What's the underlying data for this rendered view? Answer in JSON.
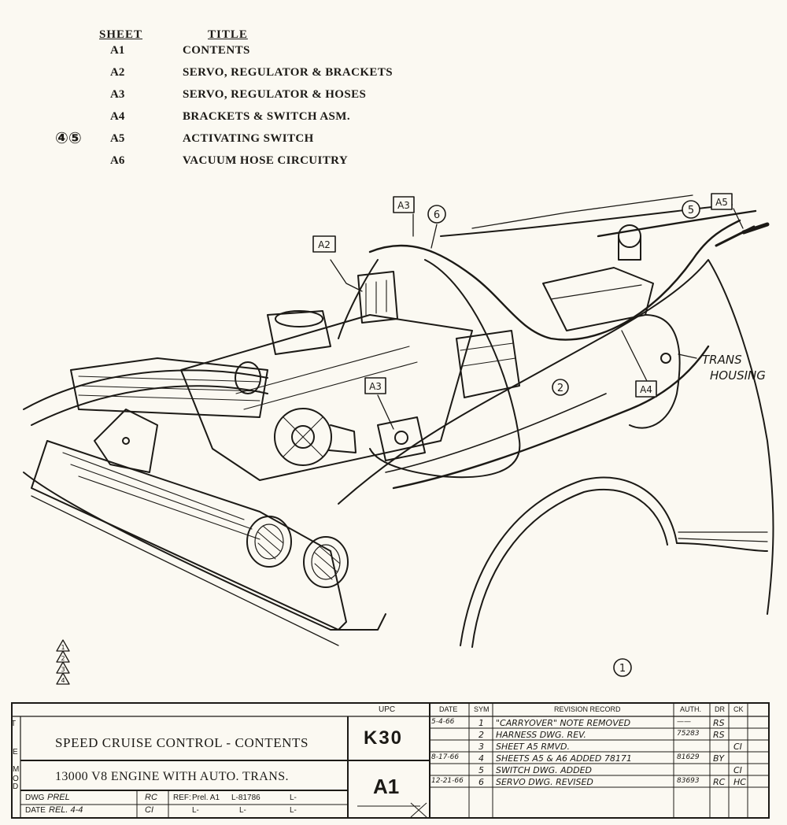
{
  "index": {
    "header_sheet": "SHEET",
    "header_title": "TITLE",
    "rows": [
      {
        "sheet": "A1",
        "title": "CONTENTS",
        "marks": ""
      },
      {
        "sheet": "A2",
        "title": "SERVO, REGULATOR & BRACKETS",
        "marks": ""
      },
      {
        "sheet": "A3",
        "title": "SERVO, REGULATOR & HOSES",
        "marks": ""
      },
      {
        "sheet": "A4",
        "title": "BRACKETS & SWITCH ASM.",
        "marks": ""
      },
      {
        "sheet": "A5",
        "title": "ACTIVATING SWITCH",
        "marks": "④⑤"
      },
      {
        "sheet": "A6",
        "title": "VACUUM HOSE CIRCUITRY",
        "marks": ""
      }
    ]
  },
  "callouts": {
    "a2": "A2",
    "a3_top": "A3",
    "a3_mid": "A3",
    "a4": "A4",
    "a5": "A5",
    "n6": "6",
    "n5": "5",
    "n2": "2",
    "n1": "1",
    "trans1": "TRANS",
    "trans2": "HOUSING"
  },
  "revision_triangles": [
    "1",
    "2",
    "3",
    "4"
  ],
  "title_block": {
    "title": "SPEED CRUISE CONTROL - CONTENTS",
    "subtitle": "13000  V8 ENGINE WITH AUTO. TRANS.",
    "side_letters": [
      "T",
      "E",
      "M",
      "O",
      "D"
    ],
    "upc_label": "UPC",
    "upc_value": "K30",
    "sheet_no": "A1",
    "dwg_label": "DWG",
    "dwg_value": "PREL",
    "date_label": "DATE",
    "date_value": "REL. 4-4",
    "initials_1": "RC",
    "initials_2": "CI",
    "ref_label": "REF:",
    "ref_value": "Prel. A1",
    "ref_l1": "L-81786",
    "ref_l2": "L-",
    "ref_l3": "L-",
    "ref_l4": "L-",
    "ref_l5": "L-"
  },
  "revision_record": {
    "headers": {
      "date": "DATE",
      "sym": "SYM",
      "record": "REVISION RECORD",
      "auth": "AUTH.",
      "dr": "DR",
      "ck": "CK"
    },
    "rows": [
      {
        "date": "5-4-66",
        "sym": "1",
        "text": "\"CARRYOVER\" NOTE REMOVED",
        "auth": "——",
        "dr": "RS",
        "ck": ""
      },
      {
        "date": "",
        "sym": "2",
        "text": "HARNESS DWG. REV.",
        "auth": "75283",
        "dr": "RS",
        "ck": ""
      },
      {
        "date": "",
        "sym": "3",
        "text": "SHEET A5 RMVD.",
        "auth": "",
        "dr": "",
        "ck": "CI"
      },
      {
        "date": "8-17-66",
        "sym": "4",
        "text": "SHEETS A5 & A6 ADDED   78171",
        "auth": "81629",
        "dr": "BY",
        "ck": ""
      },
      {
        "date": "",
        "sym": "5",
        "text": "SWITCH DWG. ADDED",
        "auth": "",
        "dr": "",
        "ck": "CI"
      },
      {
        "date": "12-21-66",
        "sym": "6",
        "text": "SERVO DWG. REVISED",
        "auth": "83693",
        "dr": "RC",
        "ck": "HC"
      }
    ]
  }
}
